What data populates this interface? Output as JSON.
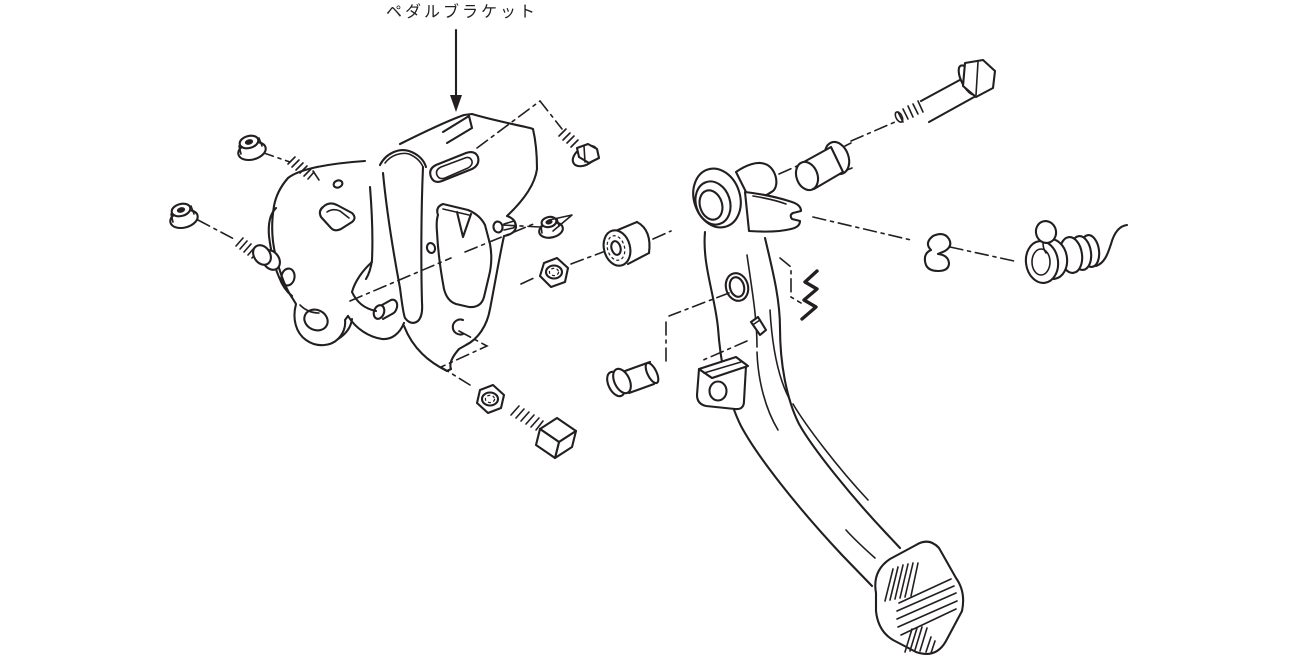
{
  "annotation": {
    "label": "ペダルブラケット"
  },
  "colors": {
    "line": "#231f20",
    "background": "#ffffff"
  },
  "parts": [
    {
      "id": "pedal-bracket"
    },
    {
      "id": "mount-flange-nut-upper"
    },
    {
      "id": "mount-stud-upper"
    },
    {
      "id": "mount-flange-nut-lower"
    },
    {
      "id": "mount-bolt-lower"
    },
    {
      "id": "bracket-flange-bolt"
    },
    {
      "id": "pivot-flange-nut"
    },
    {
      "id": "pivot-hex-nut"
    },
    {
      "id": "pivot-bushing-inner"
    },
    {
      "id": "pedal-arm"
    },
    {
      "id": "pedal-pivot-boss"
    },
    {
      "id": "pedal-pad"
    },
    {
      "id": "pivot-bushing-outer"
    },
    {
      "id": "pivot-bolt"
    },
    {
      "id": "spring-clip"
    },
    {
      "id": "return-spring"
    },
    {
      "id": "wave-washer"
    },
    {
      "id": "clevis-pin"
    },
    {
      "id": "stopper-nut"
    },
    {
      "id": "stopper-switch-bolt"
    },
    {
      "id": "stopper-bracket"
    },
    {
      "id": "stopper-pin"
    }
  ]
}
